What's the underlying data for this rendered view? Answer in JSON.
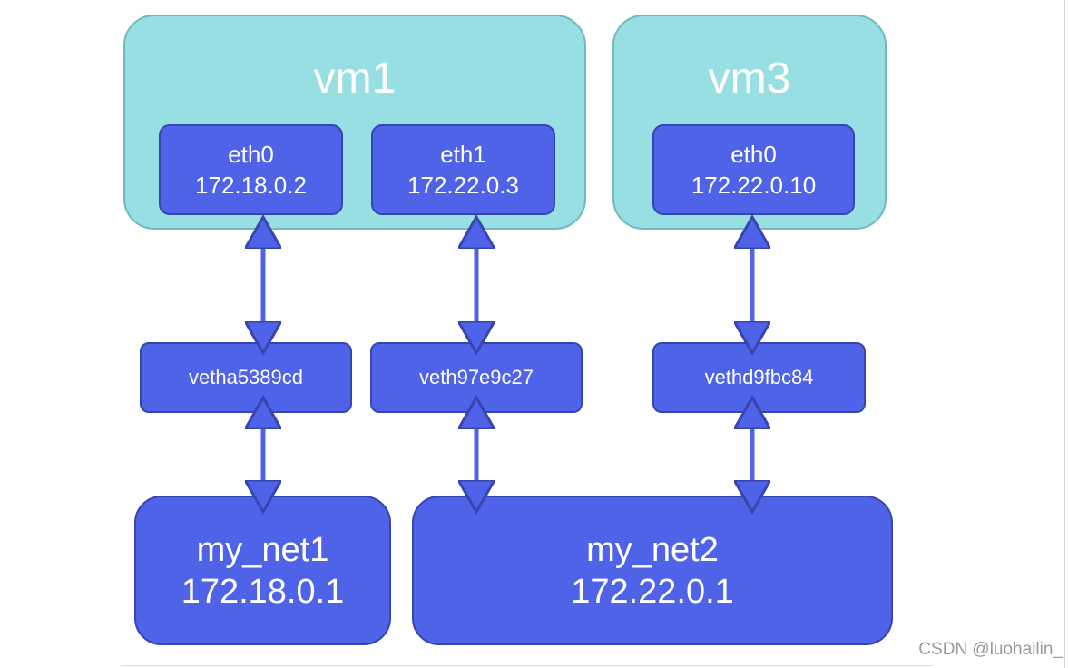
{
  "vms": [
    {
      "name": "vm1"
    },
    {
      "name": "vm3"
    }
  ],
  "interfaces": [
    {
      "name": "eth0",
      "ip": "172.18.0.2"
    },
    {
      "name": "eth1",
      "ip": "172.22.0.3"
    },
    {
      "name": "eth0",
      "ip": "172.22.0.10"
    }
  ],
  "veths": [
    {
      "name": "vetha5389cd"
    },
    {
      "name": "veth97e9c27"
    },
    {
      "name": "vethd9fbc84"
    }
  ],
  "networks": [
    {
      "name": "my_net1",
      "ip": "172.18.0.1"
    },
    {
      "name": "my_net2",
      "ip": "172.22.0.1"
    }
  ],
  "colors": {
    "vm_fill": "#97dfe3",
    "box_fill": "#4f63e8",
    "box_border": "#3645b0",
    "link": "#4f63e8"
  },
  "watermark": "CSDN @luohailin_"
}
